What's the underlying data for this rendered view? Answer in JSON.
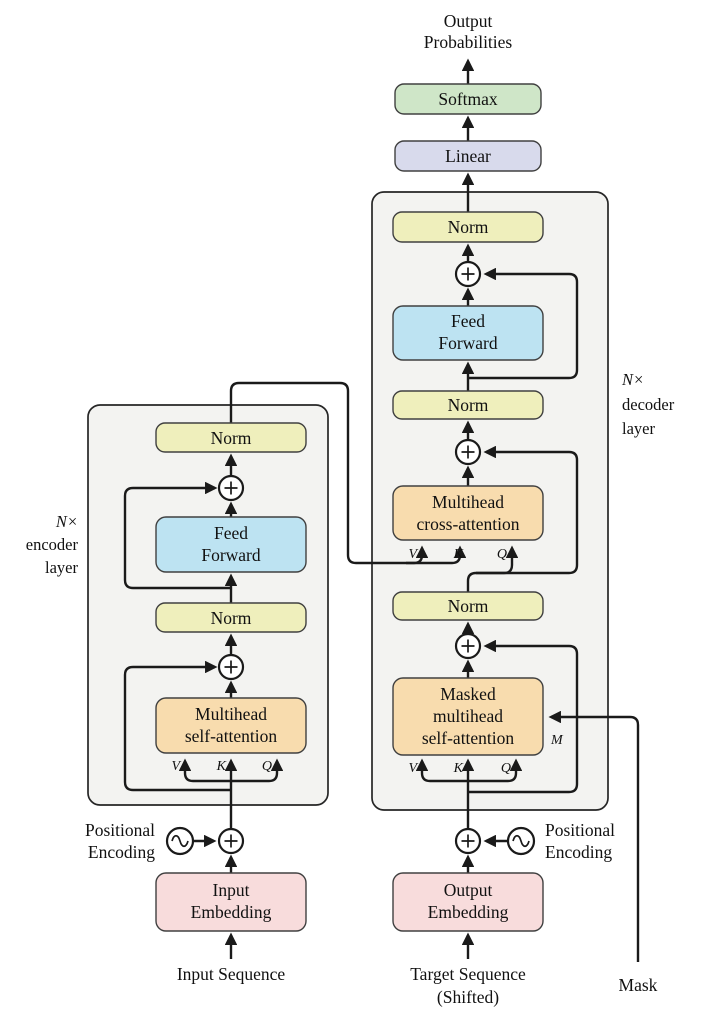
{
  "title": {
    "line1": "Output",
    "line2": "Probabilities"
  },
  "boxes": {
    "softmax": "Softmax",
    "linear": "Linear",
    "norm": "Norm",
    "feed_forward": [
      "Feed",
      "Forward"
    ],
    "multihead_self_attention": [
      "Multihead",
      "self-attention"
    ],
    "multihead_cross_attention": [
      "Multihead",
      "cross-attention"
    ],
    "masked_attention": [
      "Masked",
      "multihead",
      "self-attention"
    ],
    "input_embedding": [
      "Input",
      "Embedding"
    ],
    "output_embedding": [
      "Output",
      "Embedding"
    ]
  },
  "labels": {
    "encoder_stack": [
      "N×",
      "encoder",
      "layer"
    ],
    "decoder_stack": [
      "N×",
      "decoder",
      "layer"
    ],
    "positional_encoding": [
      "Positional",
      "Encoding"
    ],
    "input_sequence": "Input Sequence",
    "target_sequence": [
      "Target Sequence",
      "(Shifted)"
    ],
    "mask": "Mask",
    "v": "V",
    "k": "K",
    "q": "Q",
    "m": "M"
  },
  "colors": {
    "softmax": "#cfe6c8",
    "linear": "#d8daec",
    "norm": "#efefbc",
    "feed_forward": "#bde3f2",
    "attention": "#f8dcae",
    "embedding": "#f8dcdc",
    "container": "#f3f3f1",
    "line": "#1a1a1a"
  }
}
